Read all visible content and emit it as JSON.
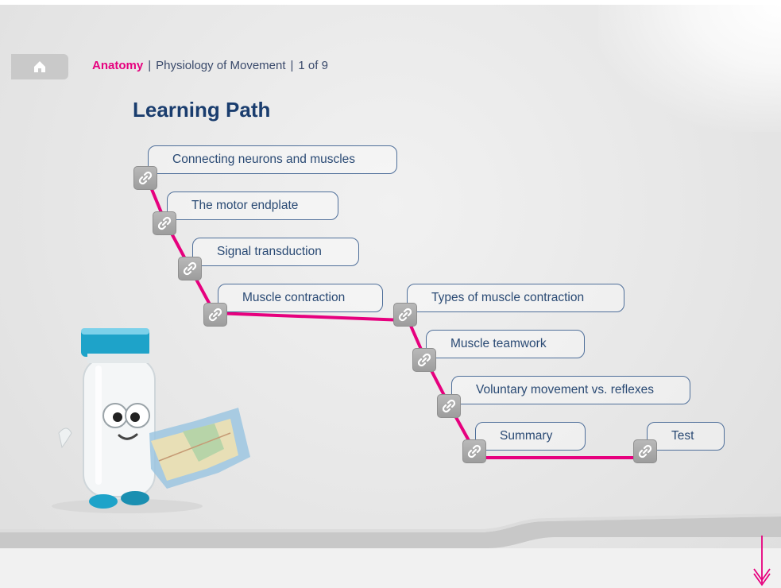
{
  "breadcrumb": {
    "section": "Anatomy",
    "topic": "Physiology of Movement",
    "page": "1 of 9",
    "separator": "|"
  },
  "title": "Learning Path",
  "path_nodes": [
    {
      "label": "Connecting neurons and muscles"
    },
    {
      "label": "The motor endplate"
    },
    {
      "label": "Signal transduction"
    },
    {
      "label": "Muscle contraction"
    },
    {
      "label": "Types of muscle contraction"
    },
    {
      "label": "Muscle teamwork"
    },
    {
      "label": "Voluntary movement vs. reflexes"
    },
    {
      "label": "Summary"
    },
    {
      "label": "Test"
    }
  ],
  "icons": {
    "home": "home-icon",
    "node": "link-icon",
    "scroll": "double-arrow-down-icon"
  },
  "colors": {
    "accent": "#e6007e",
    "title": "#1a3d6e",
    "box_border": "#4f6f9a",
    "icon_gray": "#a8a8a8",
    "mascot_cap": "#1ea3c9"
  }
}
